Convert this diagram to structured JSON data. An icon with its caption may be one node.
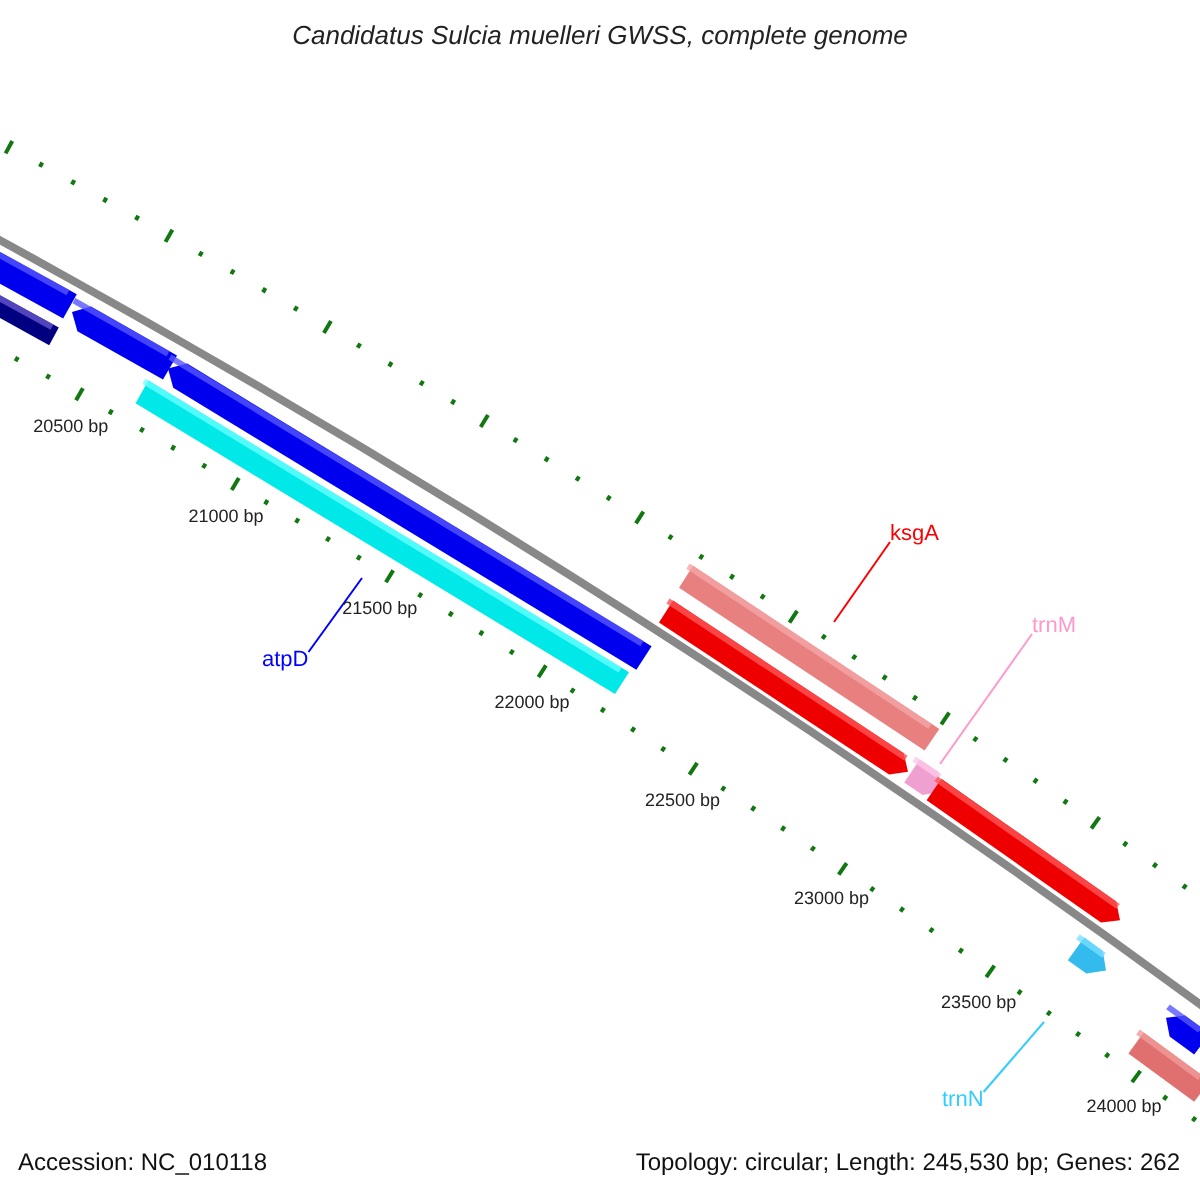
{
  "diagram": {
    "title": "Candidatus Sulcia muelleri GWSS, complete genome",
    "nodes": [
      {
        "text": [
          "atpD"
        ]
      },
      {
        "text": [],
        "shape": "bar"
      },
      {
        "text": [
          "ksgA"
        ]
      },
      {
        "text": [],
        "shape": "bar"
      },
      {
        "text": [
          "trnM"
        ]
      },
      {
        "text": [],
        "shape": "arrow"
      },
      {
        "text": [
          "trnN"
        ]
      },
      {
        "text": [],
        "shape": "arrow"
      },
      {
        "text": [],
        "shape": "bar"
      },
      {
        "text": [],
        "shape": "bar"
      },
      {
        "text": [],
        "shape": "arrow"
      },
      {
        "text": [],
        "shape": "arrow"
      },
      {
        "text": [],
        "shape": "arrow"
      },
      {
        "text": [],
        "shape": "arrow"
      },
      {
        "text": [],
        "shape": "arrow"
      },
      {
        "text": [],
        "shape": "bar"
      }
    ],
    "edges": [
      {
        "from": 0,
        "to": 1,
        "arrow": "none",
        "color": "#0000ff"
      },
      {
        "from": 2,
        "to": 3,
        "arrow": "none",
        "color": "#ff0000"
      },
      {
        "from": 4,
        "to": 5,
        "arrow": "none",
        "color": "#ff99cc"
      },
      {
        "from": 6,
        "to": 7,
        "arrow": "none",
        "color": "#33ccff"
      }
    ],
    "labels": [
      "20500 bp",
      "21000 bp",
      "21500 bp",
      "22000 bp",
      "22500 bp",
      "23000 bp",
      "23500 bp",
      "24000 bp",
      "Accession: NC_010118",
      "Topology: circular; Length: 245,530 bp; Genes: 262"
    ]
  }
}
